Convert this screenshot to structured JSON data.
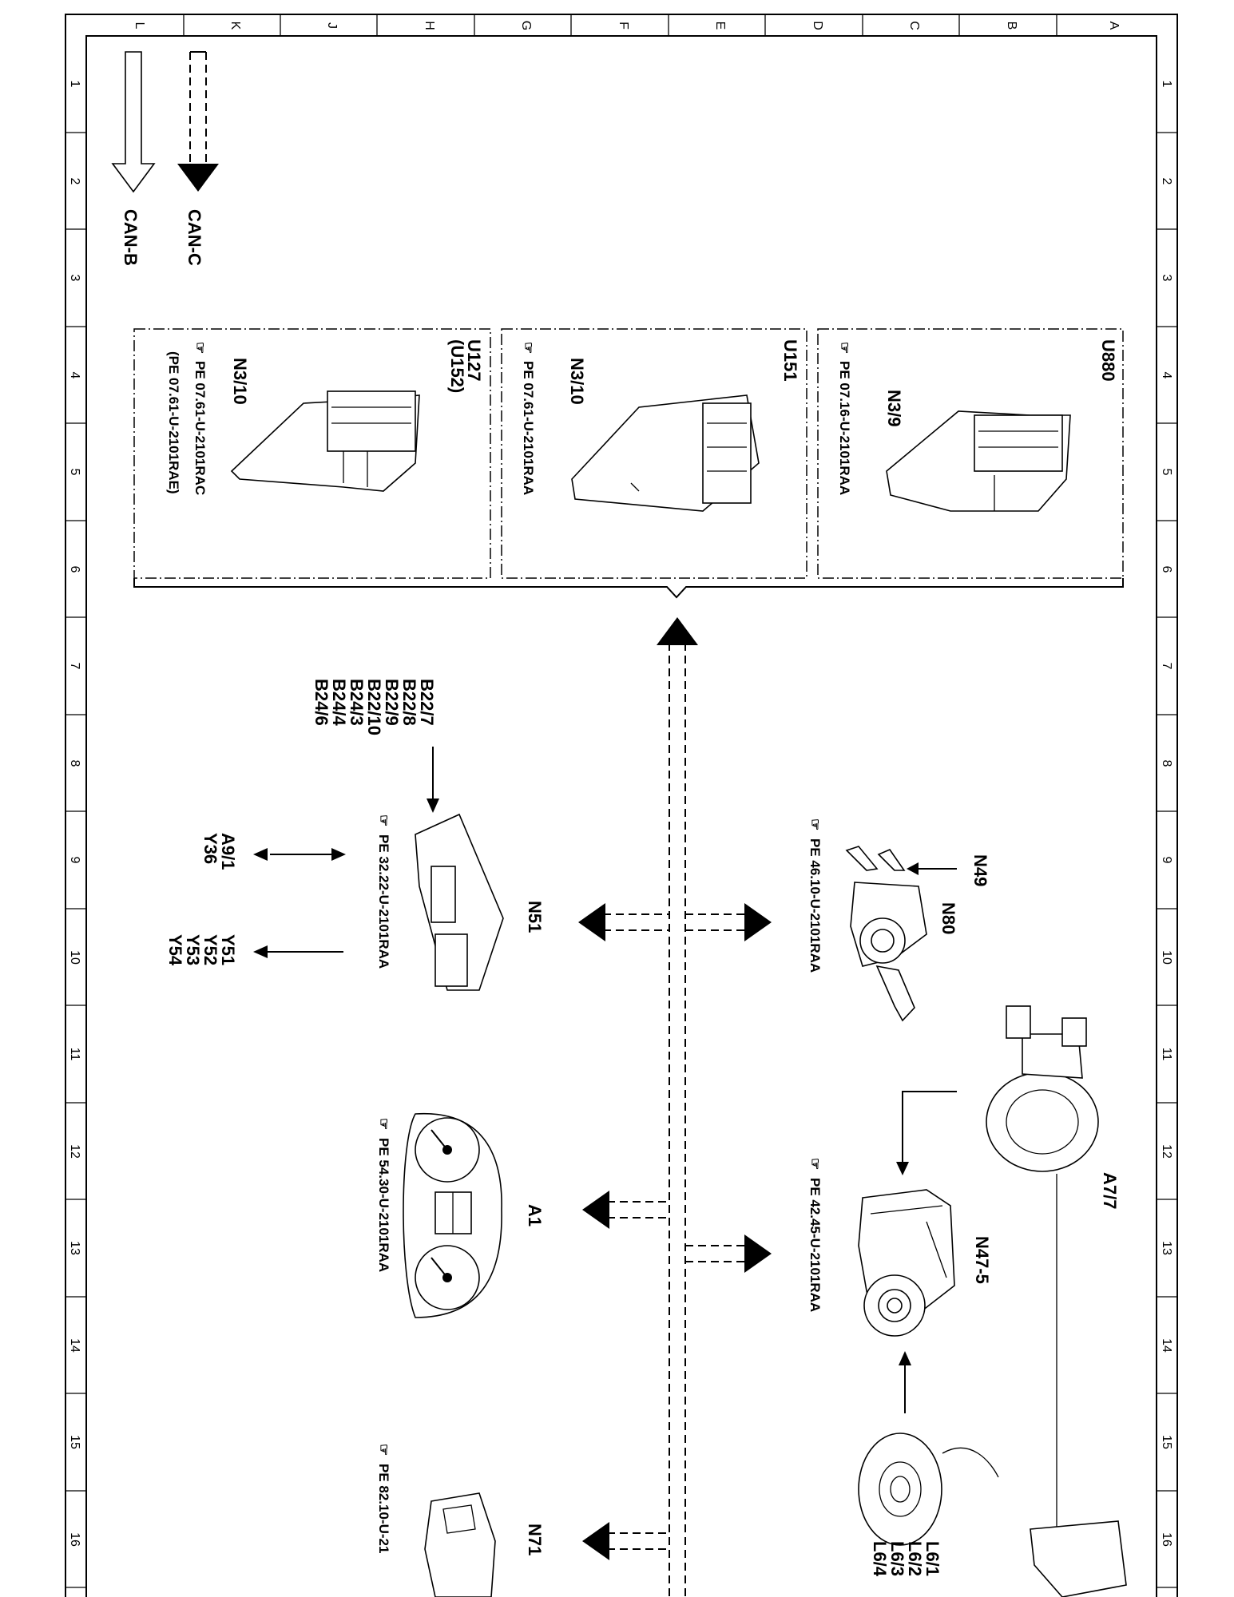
{
  "grid": {
    "columns": [
      "L",
      "K",
      "J",
      "H",
      "G",
      "F",
      "E",
      "D",
      "C",
      "B",
      "A"
    ],
    "rows": [
      "1",
      "2",
      "3",
      "4",
      "5",
      "6",
      "7",
      "8",
      "9",
      "10",
      "11",
      "12",
      "13",
      "14",
      "15",
      "16"
    ]
  },
  "legend": {
    "can_c": "CAN-C",
    "can_b": "CAN-B"
  },
  "groups": {
    "u880": "U880",
    "u151": "U151",
    "u127": "U127",
    "u152": "(U152)"
  },
  "components": {
    "n3_9": {
      "label": "N3/9",
      "ref": "PE 07.16-U-2101RAA"
    },
    "n3_10_u151": {
      "label": "N3/10",
      "ref": "PE 07.61-U-2101RAA"
    },
    "n3_10_u127": {
      "label": "N3/10",
      "ref": "PE 07.61-U-2101RAC",
      "ref2": "(PE 07.61-U-2101RAE)"
    },
    "n49": {
      "label": "N49"
    },
    "n80": {
      "label": "N80",
      "ref": "PE 46.10-U-2101RAA"
    },
    "a7_7": {
      "label": "A7/7"
    },
    "n47_5": {
      "label": "N47-5",
      "ref": "PE 42.45-U-2101RAA"
    },
    "l6": {
      "labels": [
        "L6/1",
        "L6/2",
        "L6/3",
        "L6/4"
      ]
    },
    "n51": {
      "label": "N51",
      "ref": "PE 32.22-U-2101RAA"
    },
    "b_sensors": {
      "labels": [
        "B22/7",
        "B22/8",
        "B22/9",
        "B22/10",
        "B24/3",
        "B24/4",
        "B24/6"
      ]
    },
    "a9_1": {
      "labels": [
        "A9/1",
        "Y36"
      ]
    },
    "y51": {
      "labels": [
        "Y51",
        "Y52",
        "Y53",
        "Y54"
      ]
    },
    "a1": {
      "label": "A1",
      "ref": "PE 54.30-U-2101RAA"
    },
    "n71": {
      "label": "N71",
      "ref": "PE 82.10-U-21"
    }
  },
  "colors": {
    "ink": "#000000",
    "paper": "#ffffff"
  }
}
